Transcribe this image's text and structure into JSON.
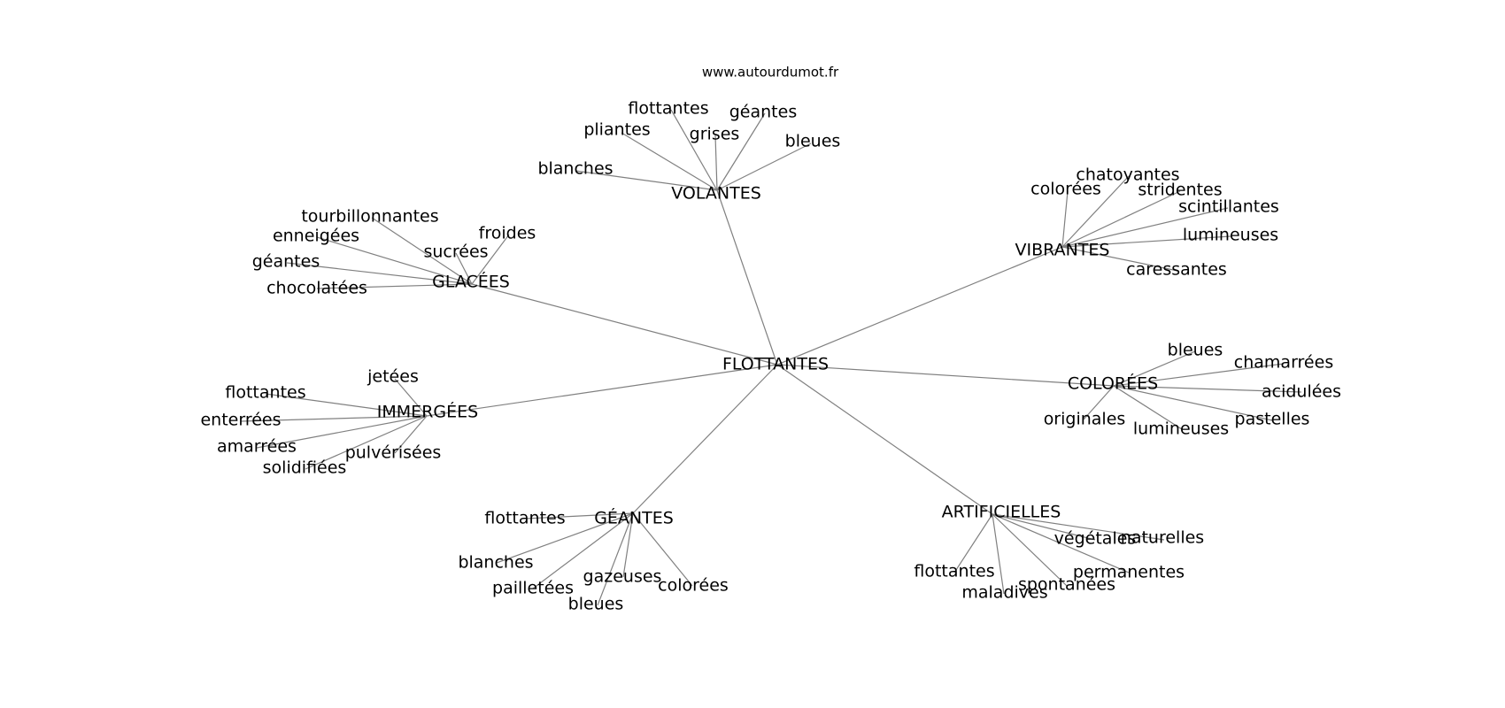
{
  "source": "www.autourdumot.fr",
  "colors": {
    "edge": "#808080",
    "text": "#000000",
    "background": "#ffffff"
  },
  "graph": {
    "root": "FLOTTANTES",
    "clusters": [
      {
        "label": "VOLANTES",
        "leaves": [
          "flottantes",
          "pliantes",
          "grises",
          "géantes",
          "bleues",
          "blanches"
        ]
      },
      {
        "label": "GLACÉES",
        "leaves": [
          "tourbillonnantes",
          "enneigées",
          "sucrées",
          "froides",
          "géantes",
          "chocolatées"
        ]
      },
      {
        "label": "VIBRANTES",
        "leaves": [
          "colorées",
          "chatoyantes",
          "stridentes",
          "scintillantes",
          "lumineuses",
          "caressantes"
        ]
      },
      {
        "label": "COLORÉES",
        "leaves": [
          "bleues",
          "chamarrées",
          "acidulées",
          "originales",
          "lumineuses",
          "pastelles"
        ]
      },
      {
        "label": "IMMERGÉES",
        "leaves": [
          "jetées",
          "flottantes",
          "enterrées",
          "amarrées",
          "pulvérisées",
          "solidifiées"
        ]
      },
      {
        "label": "GÉANTES",
        "leaves": [
          "flottantes",
          "blanches",
          "pailletées",
          "gazeuses",
          "colorées",
          "bleues"
        ]
      },
      {
        "label": "ARTIFICIELLES",
        "leaves": [
          "naturelles",
          "végétales",
          "flottantes",
          "permanentes",
          "spontanées",
          "maladives"
        ]
      }
    ]
  }
}
